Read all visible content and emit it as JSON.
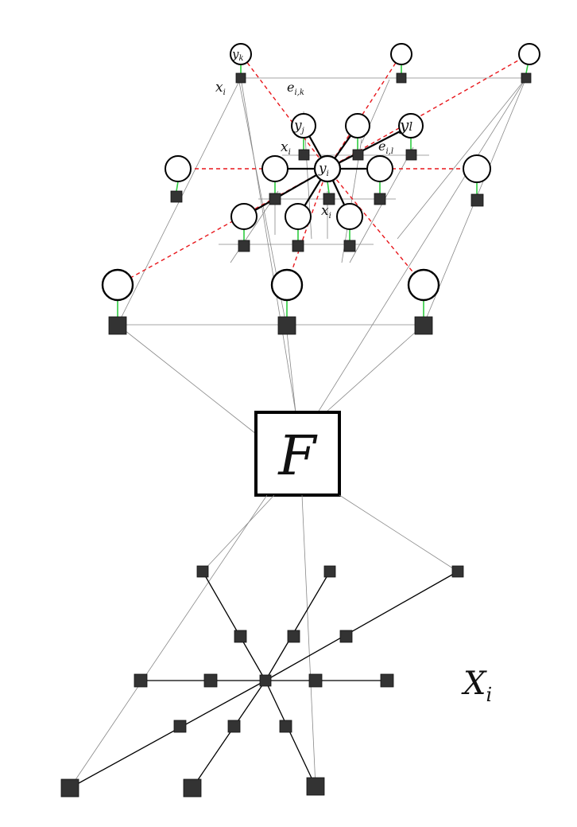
{
  "labels": {
    "y_k": "y",
    "y_k_sub": "k",
    "y_j": "y",
    "y_j_sub": "j",
    "y_l": "y",
    "y_l_sub": "l",
    "y_i": "y",
    "y_i_sub": "i",
    "x_i_a": "x",
    "x_i_a_sub": "i",
    "x_i_b": "x",
    "x_i_b_sub": "i",
    "x_i_c": "x",
    "x_i_c_sub": "i",
    "e_ik": "e",
    "e_ik_sub": "i,k",
    "e_il": "e",
    "e_il_sub": "i,l",
    "F": "F",
    "X_i": "X",
    "X_i_sub": "i"
  },
  "colors": {
    "node_stroke": "#000000",
    "factor_fill": "#333333",
    "grid_line": "#888888",
    "dashed_edge": "#e8161b",
    "link_edge": "#2ecc40",
    "strong_edge": "#000000"
  }
}
